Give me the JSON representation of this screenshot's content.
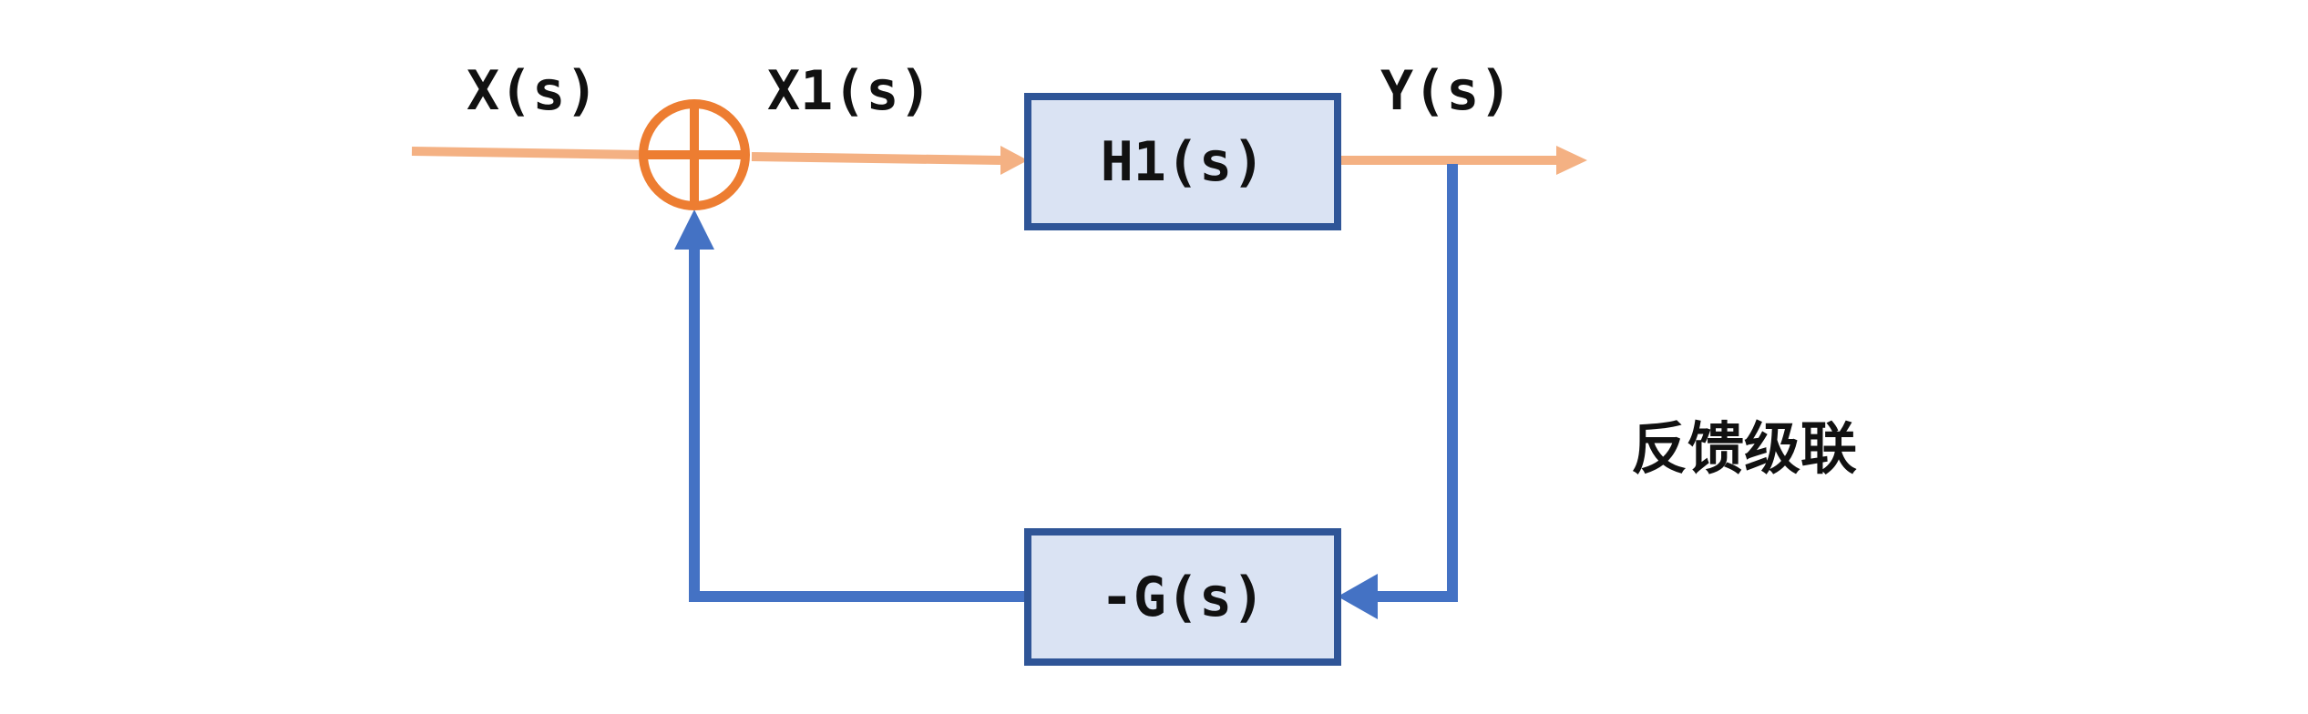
{
  "colors": {
    "forward_path": "#F4B183",
    "summing_junction": "#ED7D31",
    "feedback_path": "#4472C4",
    "block_fill": "#DAE3F3",
    "block_border": "#2F5597",
    "text": "#111111"
  },
  "signals": {
    "input": "X(s)",
    "intermediate": "X1(s)",
    "output": "Y(s)"
  },
  "blocks": {
    "forward": "H1(s)",
    "feedback": "-G(s)"
  },
  "caption": "反馈级联",
  "icons": {
    "summing_junction": "circle-plus-icon"
  }
}
